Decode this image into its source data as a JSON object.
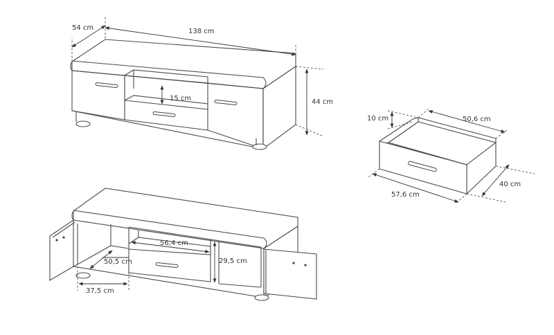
{
  "top_unit": {
    "width": "138 cm",
    "depth": "54 cm",
    "height": "44 cm",
    "shelf_height": "15 cm"
  },
  "drawer": {
    "inner_width": "50,6 cm",
    "height": "10 cm",
    "depth": "40 cm",
    "outer_width": "57,6 cm"
  },
  "open_unit": {
    "shelf_width": "56,4 cm",
    "compartment_height": "29,5 cm",
    "compartment_width": "50,5 cm",
    "cabinet_depth": "37,5 cm"
  }
}
